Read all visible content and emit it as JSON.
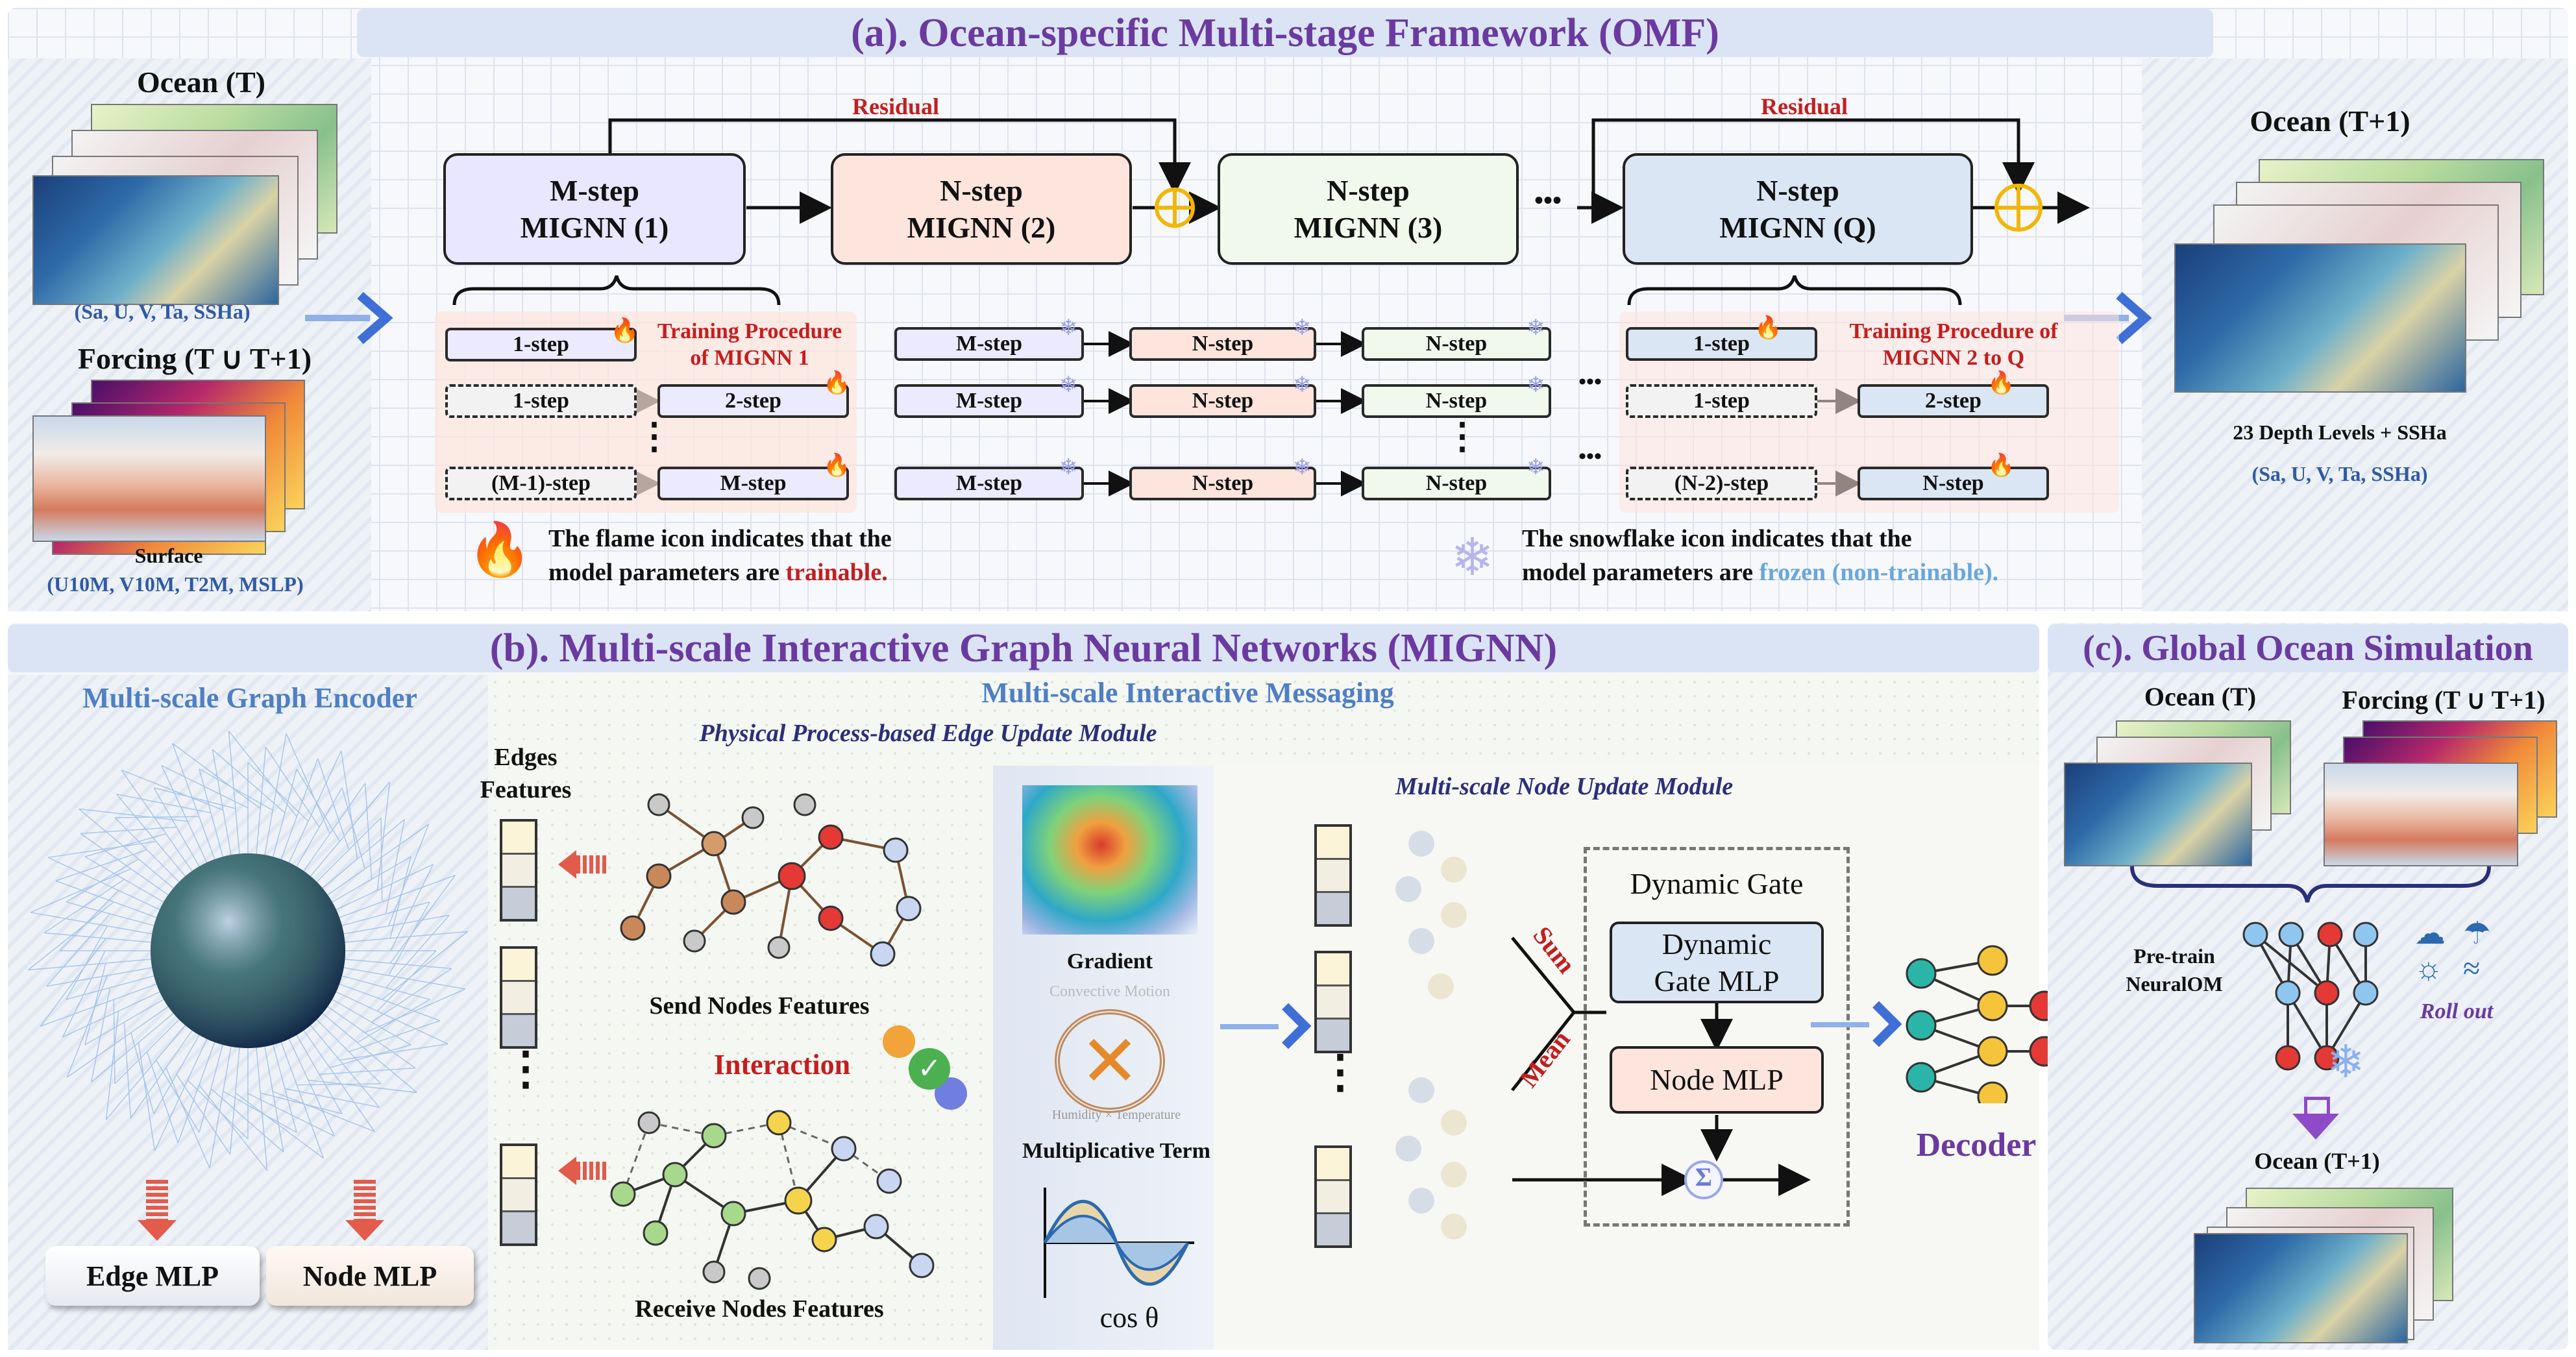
{
  "sections": {
    "a_title": "(a). Ocean-specific Multi-stage Framework (OMF)",
    "b_title": "(b). Multi-scale Interactive Graph Neural Networks (MIGNN)",
    "c_title": "(c). Global Ocean Simulation"
  },
  "omf": {
    "ocean_t": "Ocean (T)",
    "ocean_vars": "(Sa, U, V, Ta, SSHa)",
    "forcing": "Forcing (T ∪ T+1)",
    "surface": "Surface",
    "surface_vars": "(U10M, V10M, T2M, MSLP)",
    "residual": "Residual",
    "models": [
      {
        "line1": "M-step",
        "line2": "MIGNN (1)"
      },
      {
        "line1": "N-step",
        "line2": "MIGNN (2)"
      },
      {
        "line1": "N-step",
        "line2": "MIGNN (3)"
      },
      {
        "line1": "N-step",
        "line2": "MIGNN (Q)"
      }
    ],
    "dots": "•••",
    "vdots": "⋮",
    "hdots": "•••",
    "g1": {
      "r1": "1-step",
      "r2a": "1-step",
      "r2b": "2-step",
      "r3a": "(M-1)-step",
      "r3b": "M-step"
    },
    "train1_line1": "Training Procedure",
    "train1_line2": "of MIGNN 1",
    "g2": {
      "a": "M-step",
      "b": "N-step",
      "c": "N-step"
    },
    "g3": {
      "r1": "1-step",
      "r2a": "1-step",
      "r2b": "2-step",
      "r3a": "(N-2)-step",
      "r3b": "N-step"
    },
    "train2_line1": "Training Procedure of",
    "train2_line2": "MIGNN 2 to Q",
    "flame_note_1": "The flame icon indicates that the",
    "flame_note_2a": "model parameters are ",
    "flame_note_2b": "trainable.",
    "snow_note_1": "The snowflake icon indicates that the",
    "snow_note_2a": "model parameters are ",
    "snow_note_2b": "frozen (non-trainable).",
    "ocean_t1": "Ocean (T+1)",
    "depth": "23 Depth Levels + SSHa",
    "out_vars": "(Sa, U, V, Ta, SSHa)"
  },
  "mignn": {
    "encoder": "Multi-scale Graph Encoder",
    "edge_mlp": "Edge MLP",
    "node_mlp": "Node MLP",
    "messaging": "Multi-scale Interactive Messaging",
    "edge_module": "Physical Process-based Edge Update Module",
    "edges1": "Edges",
    "edges2": "Features",
    "send": "Send Nodes Features",
    "receive": "Receive Nodes Features",
    "interaction": "Interaction",
    "gradient": "Gradient",
    "convective": "Convective Motion",
    "mult": "Multiplicative Term",
    "humidity": "Humidity",
    "times": "×",
    "temperature": "Temperature",
    "cos": "cos θ",
    "node_module": "Multi-scale Node Update Module",
    "dyn_gate": "Dynamic Gate",
    "dyn_mlp1": "Dynamic",
    "dyn_mlp2": "Gate MLP",
    "node_mlp2": "Node MLP",
    "sum": "Sum",
    "mean": "Mean",
    "sigma": "Σ",
    "decoder": "Decoder"
  },
  "sim": {
    "ocean_t": "Ocean (T)",
    "forcing": "Forcing (T ∪ T+1)",
    "pretrain1": "Pre-train",
    "pretrain2": "NeuralOM",
    "rollout": "Roll out",
    "ocean_t1": "Ocean (T+1)"
  }
}
